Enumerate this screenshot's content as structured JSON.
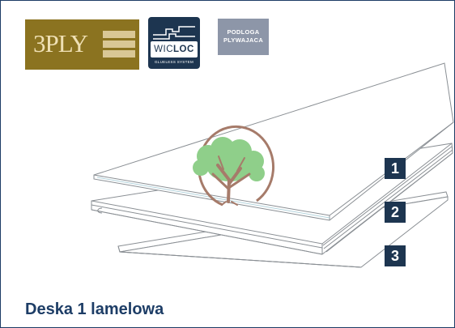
{
  "badges": {
    "three_ply": "3PLY",
    "wicloc": {
      "prefix": "WIC",
      "suffix": "LOC",
      "subtitle": "GLUELESS SYSTEM"
    },
    "podloga": {
      "line1": "PODLOGA",
      "line2": "PLYWAJACA"
    }
  },
  "layers": [
    "1",
    "2",
    "3"
  ],
  "caption": "Deska 1 lamelowa",
  "colors": {
    "navy": "#1d3550",
    "gold": "#8b7320",
    "grey_blue": "#8d96a8",
    "tree_green": "#8fcf8a",
    "tree_brown": "#a67b6a"
  }
}
